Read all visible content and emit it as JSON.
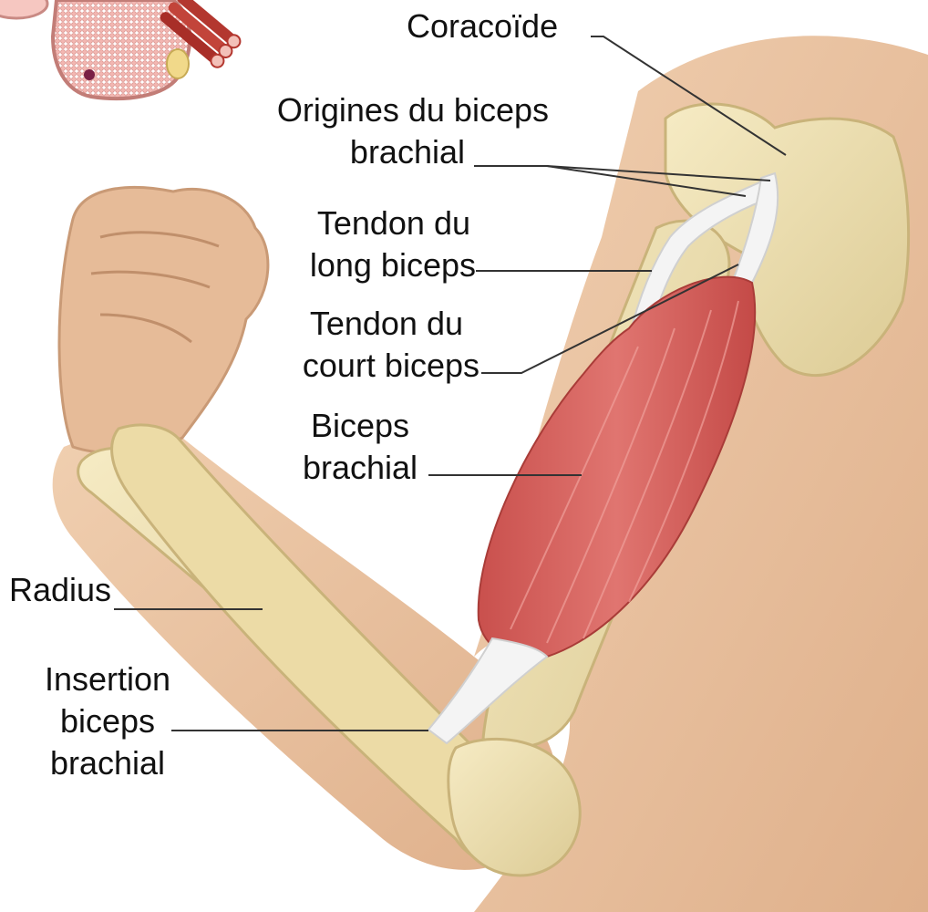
{
  "figure": {
    "colors": {
      "skin": "#e8c2a0",
      "skin_shade": "#d9a47f",
      "bone": "#efe0ad",
      "bone_shade": "#d3c088",
      "muscle": "#d9615d",
      "muscle_light": "#ea8b80",
      "tendon": "#f2f2f2",
      "leader_line": "#333333"
    },
    "icons": [
      "muscle-cross-section-icon"
    ]
  },
  "labels": {
    "coracoide": "Coracoïde",
    "origines_line1": "Origines du biceps",
    "origines_line2": "brachial",
    "tendon_long_line1": "Tendon du",
    "tendon_long_line2": "long biceps",
    "tendon_court_line1": "Tendon du",
    "tendon_court_line2": "court biceps",
    "biceps_line1": "Biceps",
    "biceps_line2": "brachial",
    "radius": "Radius",
    "insertion_line1": "Insertion",
    "insertion_line2": "biceps",
    "insertion_line3": "brachial"
  }
}
